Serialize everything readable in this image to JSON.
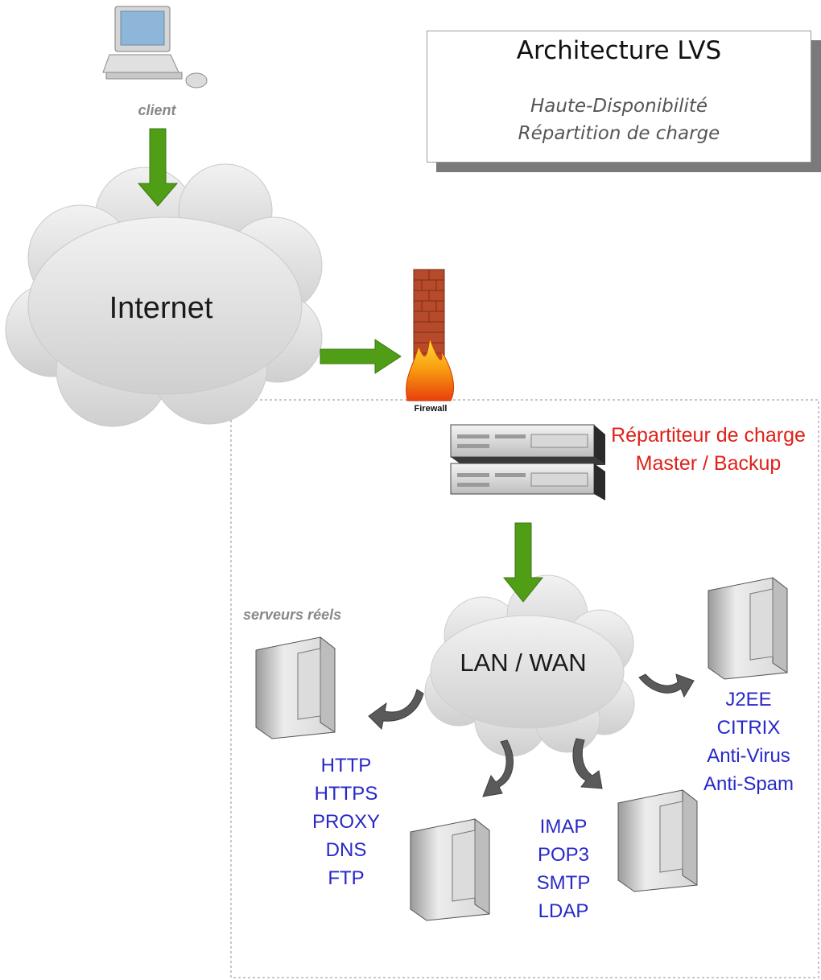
{
  "title": {
    "main": "Architecture LVS",
    "line1": "Haute-Disponibilité",
    "line2": "Répartition de charge"
  },
  "nodes": {
    "client": "client",
    "internet": "Internet",
    "firewall": "Firewall",
    "load_balancer": [
      "Répartiteur de charge",
      "Master / Backup"
    ],
    "lan_wan": "LAN / WAN",
    "real_servers_label": "serveurs réels"
  },
  "servers": {
    "web": [
      "HTTP",
      "HTTPS",
      "PROXY",
      "DNS",
      "FTP"
    ],
    "mail": [
      "IMAP",
      "POP3",
      "SMTP",
      "LDAP"
    ],
    "app": [
      "J2EE",
      "CITRIX",
      "Anti-Virus",
      "Anti-Spam"
    ]
  },
  "colors": {
    "arrow_green": "#4f9e16",
    "arrow_gray": "#5a5a5a",
    "label_red": "#e0211b",
    "label_blue": "#2828c8",
    "cloud": "#e3e3e3"
  }
}
